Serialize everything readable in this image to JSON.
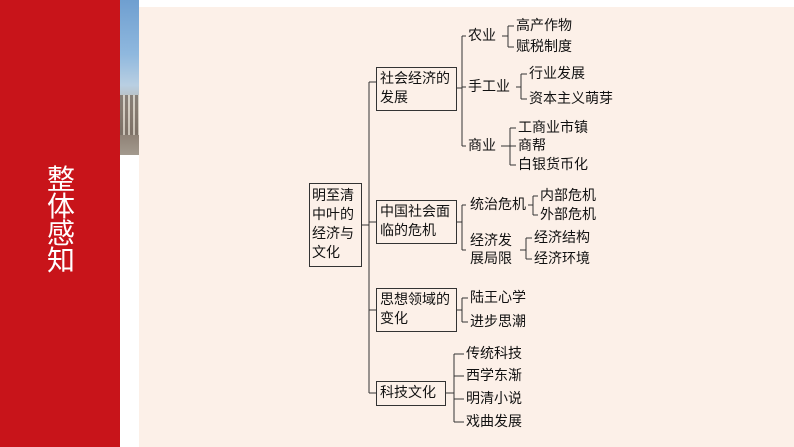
{
  "panel": {
    "title_chars": [
      "整",
      "体",
      "感",
      "知"
    ]
  },
  "map": {
    "root": {
      "line1": "明至清",
      "line2": "中叶的",
      "line3": "经济与",
      "line4": "文化"
    },
    "b1": {
      "line1": "社会经济的",
      "line2": "发展",
      "agri": {
        "label": "农业",
        "items": [
          "高产作物",
          "赋税制度"
        ]
      },
      "handicraft": {
        "label": "手工业",
        "items": [
          "行业发展",
          "资本主义萌芽"
        ]
      },
      "commerce": {
        "label": "商业",
        "items": [
          "工商业市镇",
          "商帮",
          "白银货币化"
        ]
      }
    },
    "b2": {
      "line1": "中国社会面",
      "line2": "临的危机",
      "rule": {
        "label": "统治危机",
        "items": [
          "内部危机",
          "外部危机"
        ]
      },
      "econ": {
        "line1": "经济发",
        "line2": "展局限",
        "items": [
          "经济结构",
          "经济环境"
        ]
      }
    },
    "b3": {
      "line1": "思想领域的",
      "line2": "变化",
      "items": [
        "陆王心学",
        "进步思潮"
      ]
    },
    "b4": {
      "label": "科技文化",
      "items": [
        "传统科技",
        "西学东渐",
        "明清小说",
        "戏曲发展"
      ]
    }
  }
}
